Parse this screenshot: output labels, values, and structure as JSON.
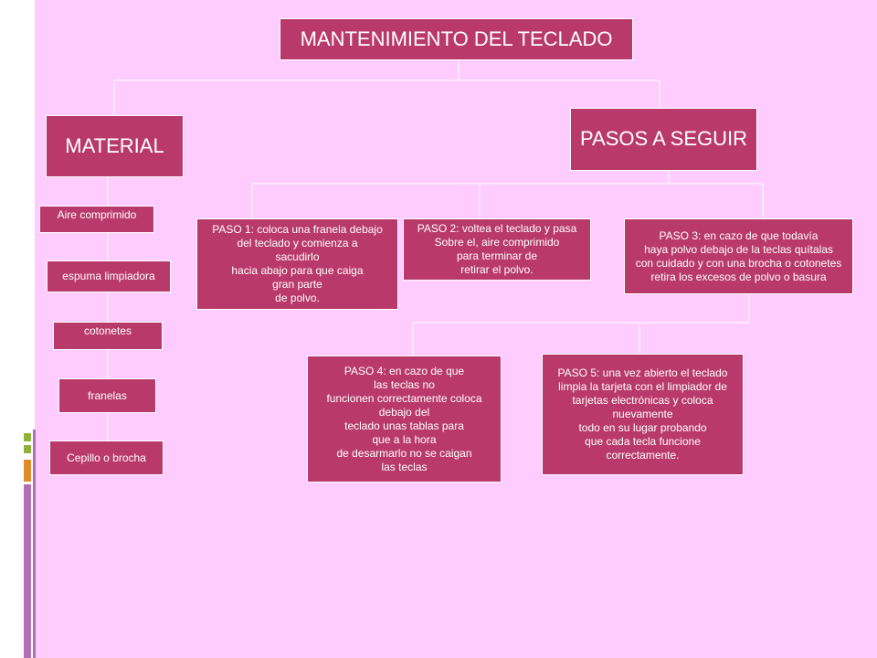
{
  "title": "MANTENIMIENTO DEL TECLADO",
  "material": {
    "heading": "MATERIAL",
    "items": [
      "Aire comprimido",
      "espuma limpiadora",
      "cotonetes",
      "franelas",
      "Cepillo o brocha"
    ]
  },
  "pasos": {
    "heading": "PASOS A SEGUIR",
    "paso1": "PASO 1: coloca una franela debajo\ndel teclado y comienza a\nsacudirlo\nhacia abajo para que caiga\ngran parte\nde polvo.",
    "paso2": "PASO 2: voltea el teclado y pasa\nSobre el, aire comprimido\npara terminar  de\nretirar el  polvo.",
    "paso3": "PASO 3: en cazo de que todavía\nhaya polvo debajo de la teclas quítalas\ncon cuidado y con una brocha o cotonetes\nretira los excesos de polvo o basura",
    "paso4": "PASO 4: en cazo de que\nlas teclas no\nfuncionen correctamente coloca\ndebajo del\nteclado unas tablas para\nque a la hora\nde desarmarlo no se caigan\nlas teclas",
    "paso5": "PASO 5: una vez abierto el teclado\nlimpia la tarjeta con el limpiador de\ntarjetas electrónicas y coloca\nnuevamente\ntodo en su lugar probando\nque cada tecla funcione\ncorrectamente."
  },
  "colors": {
    "background": "#ffccff",
    "box": "#b93a6a",
    "connector": "#ffffff",
    "accent_green": "#8fb23a",
    "accent_orange": "#e08a2a",
    "accent_purple": "#b070b8"
  }
}
